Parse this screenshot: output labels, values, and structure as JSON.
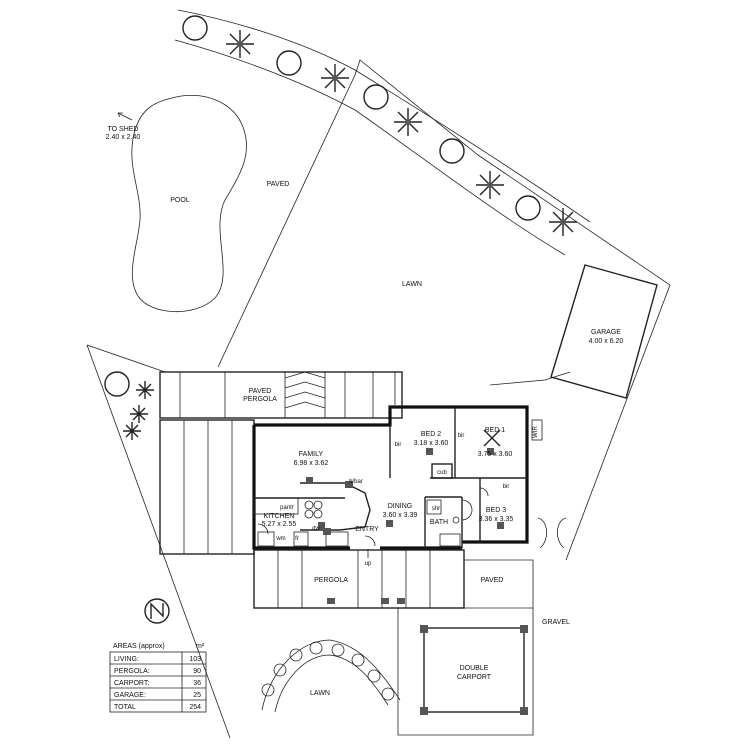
{
  "labels": {
    "to_shed": "TO SHED",
    "to_shed_size": "2.40 x 2.40",
    "pool": "POOL",
    "paved_top": "PAVED",
    "lawn_top": "LAWN",
    "garage": "GARAGE",
    "garage_size": "4.00 x 6.20",
    "paved_pergola_1": "PAVED",
    "paved_pergola_2": "PERGOLA",
    "family": "FAMILY",
    "family_size": "6.98 x 3.62",
    "cbar": "b/bar",
    "bed2": "BED 2",
    "bed2_size": "3.18 x 3.60",
    "bed1": "BED 1",
    "bed1_size": "3.75 x 3.60",
    "bir1": "bir",
    "bir2": "bir",
    "bir3": "bir",
    "cub": "cub",
    "wir": "WIR",
    "pantry": "pantr",
    "kitchen": "KITCHEN",
    "kitchen_size": "5.27 x 2.55",
    "dw": "dw",
    "wm": "wm",
    "fr": "fr",
    "dining": "DINING",
    "dining_size": "3.60 x 3.39",
    "entry": "ENTRY",
    "up": "up",
    "shr": "shr",
    "bath": "BATH",
    "bed3": "BED 3",
    "bed3_size": "3.36 x 3.35",
    "pergola": "PERGOLA",
    "paved_bottom": "PAVED",
    "gravel": "GRAVEL",
    "double_carport_1": "DOUBLE",
    "double_carport_2": "CARPORT",
    "lawn_bottom": "LAWN",
    "north": "N"
  },
  "areas_table": {
    "header": "AREAS (approx)",
    "unit": "m²",
    "rows": [
      {
        "name": "LIVING:",
        "value": "103"
      },
      {
        "name": "PERGOLA:",
        "value": "90"
      },
      {
        "name": "CARPORT:",
        "value": "36"
      },
      {
        "name": "GARAGE:",
        "value": "25"
      },
      {
        "name": "TOTAL",
        "value": "254"
      }
    ]
  }
}
